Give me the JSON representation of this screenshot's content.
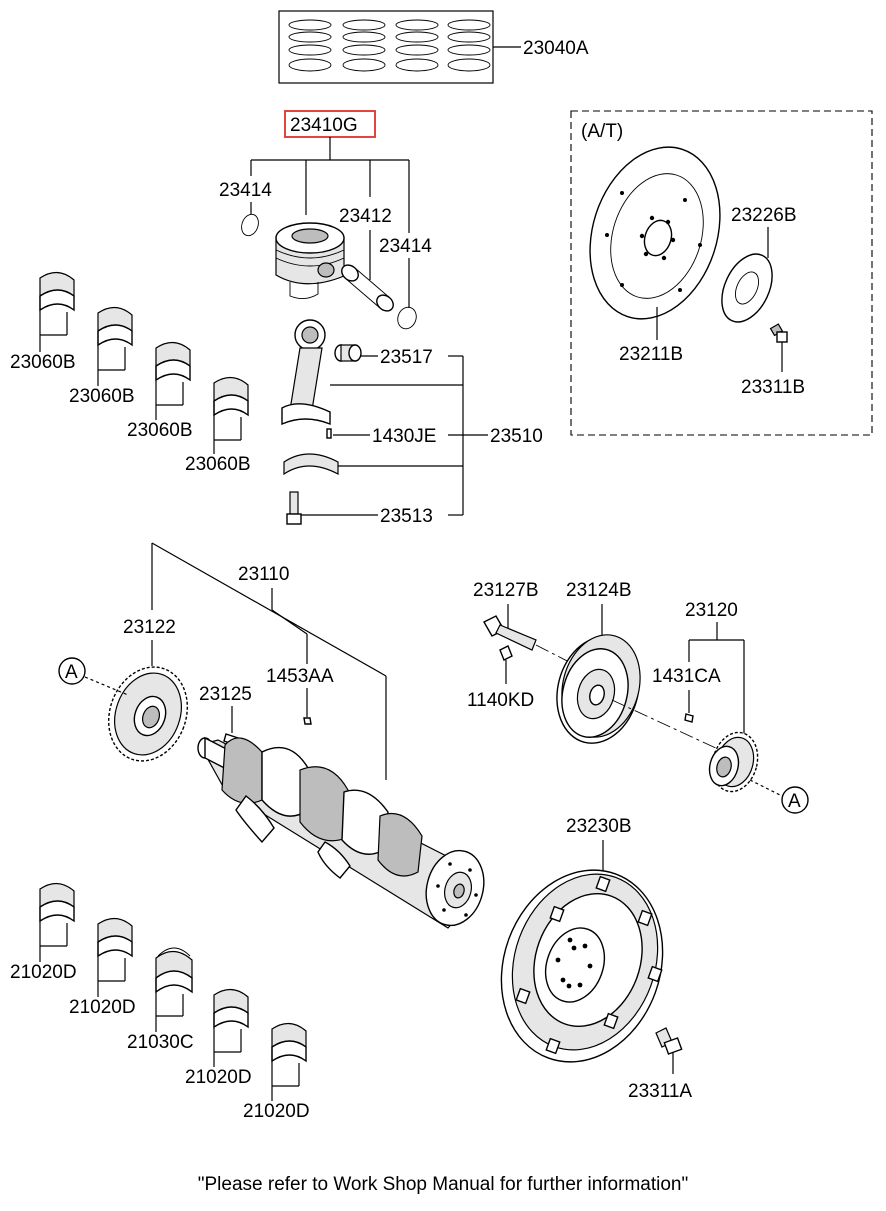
{
  "parts": {
    "p23040A": "23040A",
    "p23410G": "23410G",
    "p23414a": "23414",
    "p23412": "23412",
    "p23414b": "23414",
    "p23060B_1": "23060B",
    "p23060B_2": "23060B",
    "p23060B_3": "23060B",
    "p23060B_4": "23060B",
    "p23517": "23517",
    "p1430JE": "1430JE",
    "p23510": "23510",
    "p23513": "23513",
    "at_label": "(A/T)",
    "p23226B": "23226B",
    "p23211B": "23211B",
    "p23311B": "23311B",
    "p23110": "23110",
    "p23122": "23122",
    "p1453AA": "1453AA",
    "p23125": "23125",
    "p23127B": "23127B",
    "p23124B": "23124B",
    "p23120": "23120",
    "p1140KD": "1140KD",
    "p1431CA": "1431CA",
    "p23230B": "23230B",
    "p23311A": "23311A",
    "p21020D_1": "21020D",
    "p21020D_2": "21020D",
    "p21030C": "21030C",
    "p21020D_3": "21020D",
    "p21020D_4": "21020D",
    "refA_1": "A",
    "refA_2": "A"
  },
  "highlight_color": "#e0302a",
  "footer": "\"Please refer to Work Shop Manual for further information\""
}
